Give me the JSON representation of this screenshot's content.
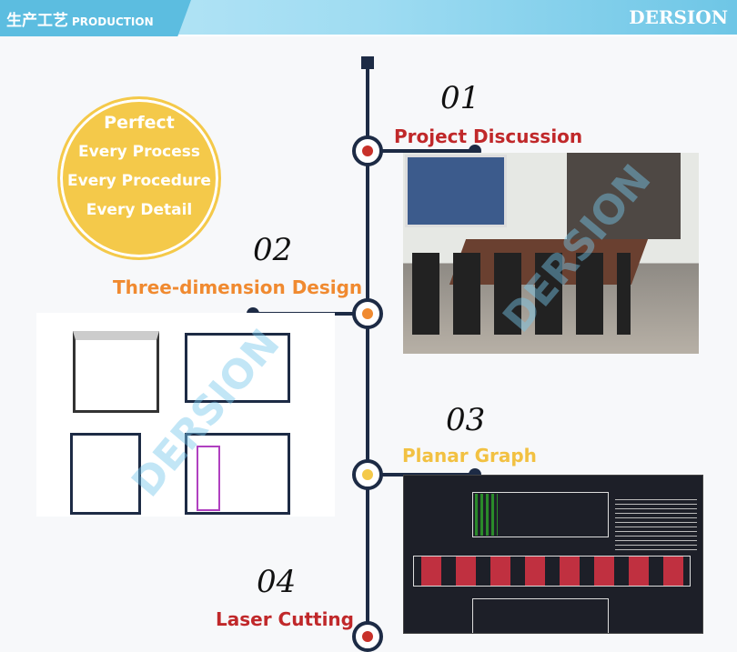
{
  "header": {
    "title_cn": "生产工艺",
    "title_en": "PRODUCTION",
    "brand": "DERSION"
  },
  "badge": {
    "lines": [
      "Perfect",
      "Every Process",
      "Every Procedure",
      "Every Detail"
    ]
  },
  "steps": [
    {
      "num": "01",
      "title": "Project Discussion",
      "color": "#c0282a",
      "dot": "#c8312a"
    },
    {
      "num": "02",
      "title": "Three-dimension Design",
      "color": "#f08a30",
      "dot": "#f08a30"
    },
    {
      "num": "03",
      "title": "Planar Graph",
      "color": "#f2c142",
      "dot": "#f4c94a"
    },
    {
      "num": "04",
      "title": "Laser Cutting",
      "color": "#c0282a",
      "dot": "#c8312a"
    }
  ],
  "watermark": "DERSION"
}
